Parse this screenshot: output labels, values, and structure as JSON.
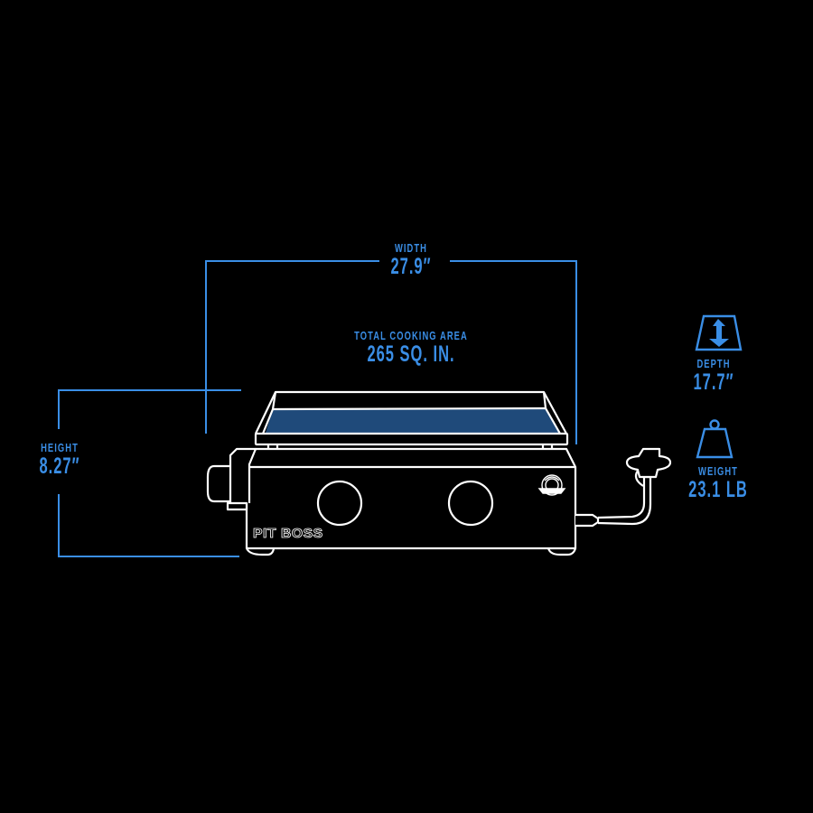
{
  "colors": {
    "background": "#000000",
    "dimension_blue": "#3a8ee6",
    "outline_white": "#ffffff",
    "cooking_surface": "#1f4a7a"
  },
  "product": {
    "brand": "PIT BOSS"
  },
  "dimensions": {
    "width": {
      "label": "WIDTH",
      "value": "27.9″"
    },
    "cooking_area": {
      "label": "TOTAL COOKING AREA",
      "value": "265 SQ. IN."
    },
    "height": {
      "label": "HEIGHT",
      "value": "8.27″"
    },
    "depth": {
      "label": "DEPTH",
      "value": "17.7″",
      "icon": "depth-arrow-icon"
    },
    "weight": {
      "label": "WEIGHT",
      "value": "23.1 LB",
      "icon": "weight-icon"
    }
  }
}
